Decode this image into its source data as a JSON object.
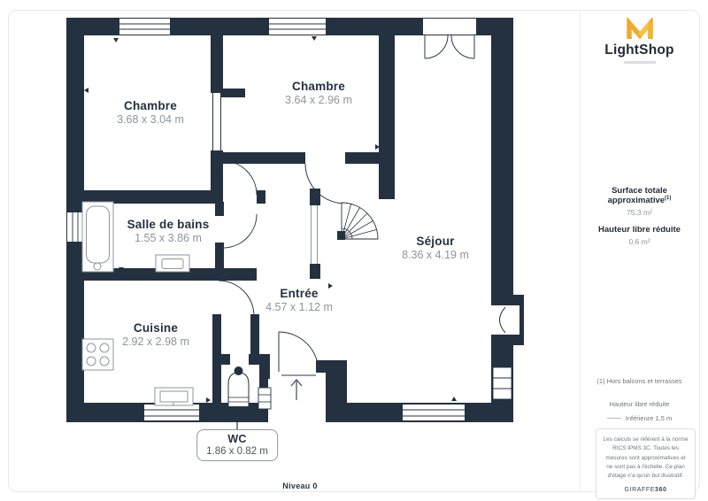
{
  "brand": {
    "name": "LightShop"
  },
  "plan": {
    "level_label": "Niveau 0",
    "rooms": [
      {
        "name": "Chambre",
        "dims": "3.68 x 3.04 m"
      },
      {
        "name": "Chambre",
        "dims": "3.64 x 2.96 m"
      },
      {
        "name": "Salle de bains",
        "dims": "1.55 x 3.86 m"
      },
      {
        "name": "Séjour",
        "dims": "8.36 x 4.19 m"
      },
      {
        "name": "Entrée",
        "dims": "4.57 x 1.12 m"
      },
      {
        "name": "Cuisine",
        "dims": "2.92 x 2.98 m"
      },
      {
        "name": "WC",
        "dims": "1.86 x 0.82 m"
      }
    ]
  },
  "sidebar": {
    "surface_label": "Surface totale approximative",
    "surface_sup": "(1)",
    "surface_value": "75.3 m²",
    "height_label": "Hauteur libre réduite",
    "height_value": "0.6 m²",
    "note1": "(1) Hors balcons et terrasses",
    "legend_title": "Hauteur libre réduite",
    "legend_item": "Inférieure 1.5 m",
    "disclaimer": "Les calculs se réfèrent à la norme RICS IPMS 3C. Toutes les mesures sont approximatives et ne sont pas à l'échelle. Ce plan d'étage n'a qu'un but illustratif.",
    "footer_brand": "GIRAFFE",
    "footer_brand_bold": "360"
  },
  "colors": {
    "wall": "#243140",
    "dim_text": "#8e959c",
    "accent": "#F2B02E"
  }
}
